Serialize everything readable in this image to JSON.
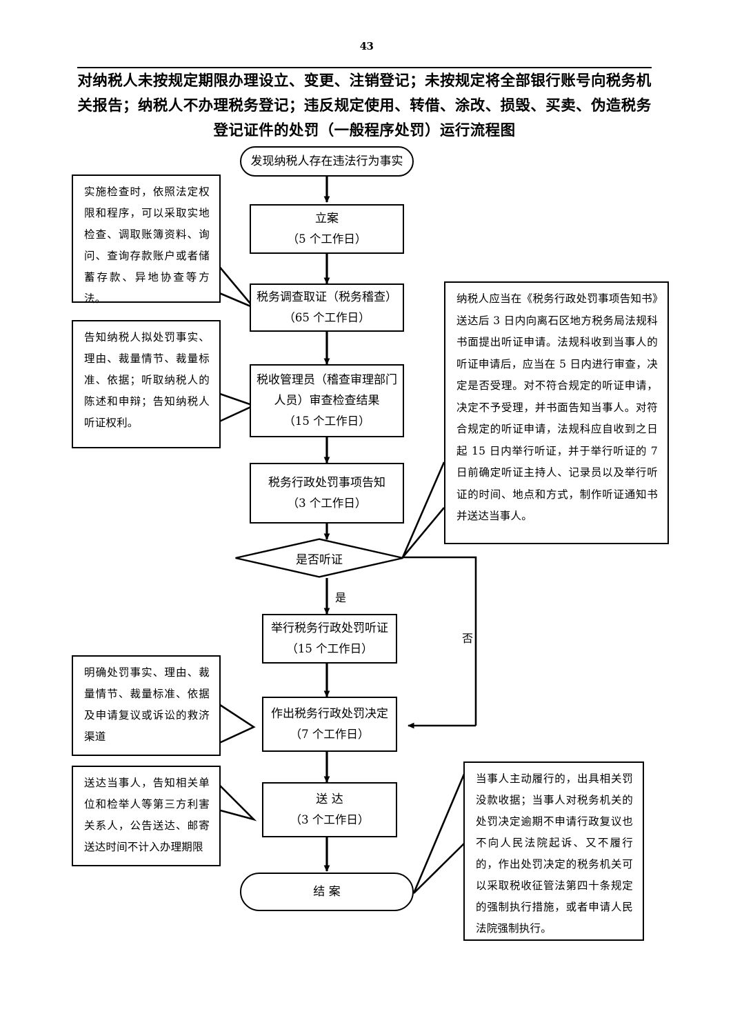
{
  "page": {
    "number": "43",
    "title": "对纳税人未按规定期限办理设立、变更、注销登记；未按规定将全部银行账号向税务机关报告；纳税人不办理税务登记；违反规定使用、转借、涂改、损毁、买卖、伪造税务登记证件的处罚（一般程序处罚）运行流程图"
  },
  "flow": {
    "start": {
      "label": "发现纳税人存在违法行为事实"
    },
    "steps": [
      {
        "name": "立案",
        "duration": "（5 个工作日）"
      },
      {
        "name": "税务调查取证（税务稽查）",
        "duration": "（65 个工作日）"
      },
      {
        "name": "税收管理员（稽查审理部门",
        "name2": "人员）审查检查结果",
        "duration": "（15 个工作日）"
      },
      {
        "name": "税务行政处罚事项告知",
        "duration": "（3 个工作日）"
      }
    ],
    "decision": {
      "label": "是否听证",
      "yes_label": "是",
      "no_label": "否"
    },
    "hearing": {
      "name": "举行税务行政处罚听证",
      "duration": "（15 个工作日）"
    },
    "decide": {
      "name": "作出税务行政处罚决定",
      "duration": "（7 个工作日）"
    },
    "deliver": {
      "name": "送  达",
      "duration": "（3 个工作日）"
    },
    "end": {
      "label": "结  案"
    }
  },
  "notes": {
    "inspection": "实施检查时，依照法定权限和程序，可以采取实地检查、调取账簿资料、询问、查询存款账户或者储蓄存款、异地协查等方法。",
    "notify": "告知纳税人拟处罚事实、理由、裁量情节、裁量标准、依据；听取纳税人的陈述和申辩；告知纳税人听证权利。",
    "hearing_rules": "纳税人应当在《税务行政处罚事项告知书》送达后 3 日内向离石区地方税务局法规科书面提出听证申请。法规科收到当事人的听证申请后，应当在 5 日内进行审查，决定是否受理。对不符合规定的听证申请，决定不予受理，并书面告知当事人。对符合规定的听证申请，法规科应自收到之日起 15 日内举行听证，并于举行听证的 7 日前确定听证主持人、记录员以及举行听证的时间、地点和方式，制作听证通知书并送达当事人。",
    "decision_content": "明确处罚事实、理由、裁量情节、裁量标准、依据及申请复议或诉讼的救济渠道",
    "delivery_rules": "送达当事人，告知相关单位和检举人等第三方利害关系人，公告送达、邮寄送达时间不计入办理期限",
    "enforcement": "当事人主动履行的，出具相关罚没款收据；当事人对税务机关的处罚决定逾期不申请行政复议也不向人民法院起诉、又不履行的，作出处罚决定的税务机关可以采取税收征管法第四十条规定的强制执行措施，或者申请人民法院强制执行。"
  }
}
